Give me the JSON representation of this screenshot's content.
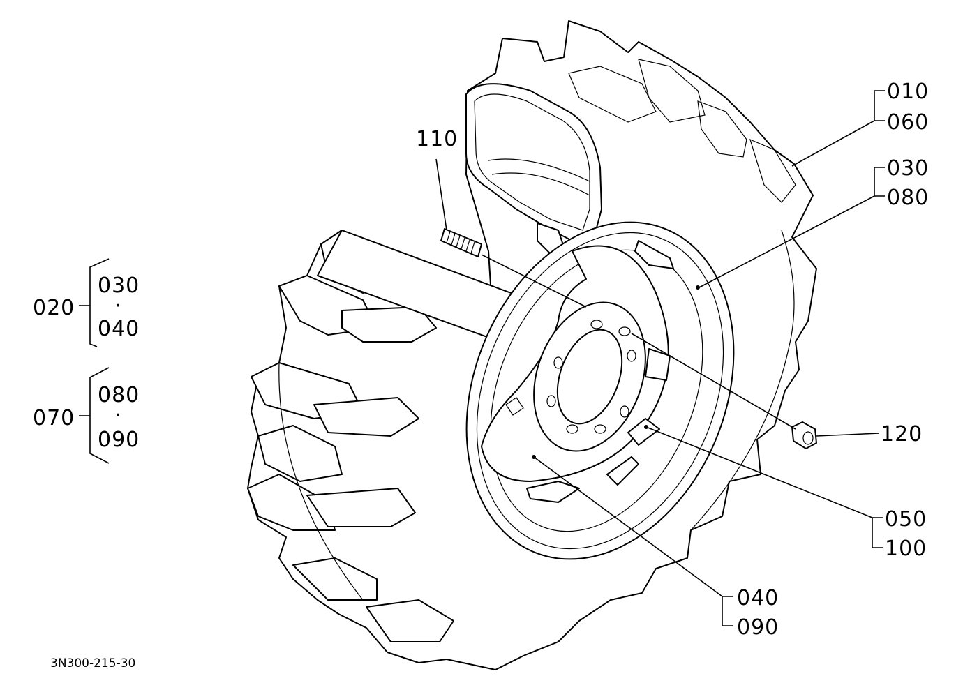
{
  "diagram_id": "3N300-215-30",
  "colors": {
    "ink": "#000000",
    "paper": "#ffffff"
  },
  "callouts": {
    "c010": "010",
    "c060": "060",
    "c030r": "030",
    "c080r": "080",
    "c110": "110",
    "c120": "120",
    "c050": "050",
    "c100": "100",
    "c040r": "040",
    "c090r": "090"
  },
  "groups": [
    {
      "parent": "020",
      "children": [
        "030",
        "040"
      ]
    },
    {
      "parent": "070",
      "children": [
        "080",
        "090"
      ]
    }
  ],
  "dot": "·"
}
